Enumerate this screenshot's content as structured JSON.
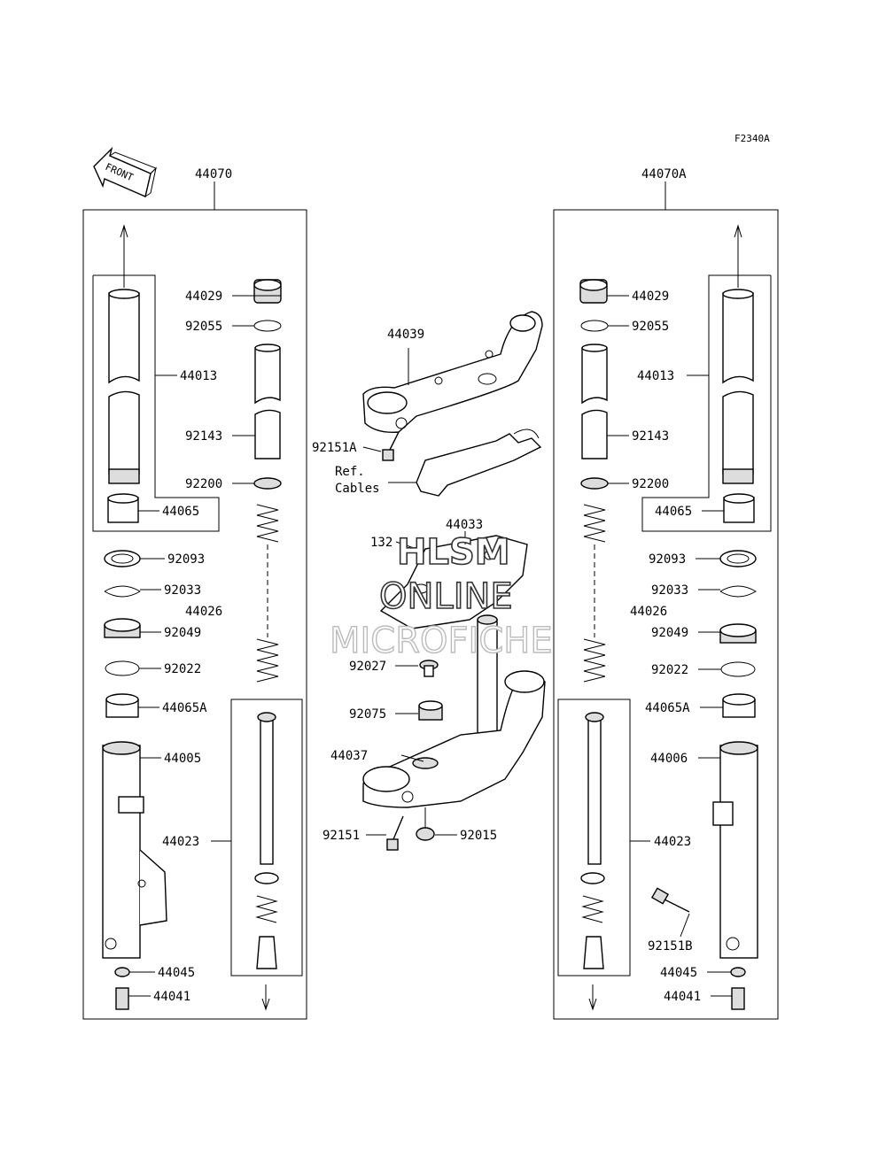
{
  "figure_code": "F2340A",
  "front_label": "FRONT",
  "ref_line1": "Ref.",
  "ref_line2": "Cables",
  "watermark": [
    "HLSM",
    "ONLINE",
    "MICROFICHE"
  ],
  "left_assembly": {
    "part": "44070",
    "parts": [
      "44029",
      "92055",
      "44013",
      "92143",
      "92200",
      "44065",
      "92093",
      "92033",
      "44026",
      "92049",
      "92022",
      "44065A",
      "44005",
      "44023",
      "44045",
      "44041"
    ]
  },
  "right_assembly": {
    "part": "44070A",
    "parts": [
      "44029",
      "92055",
      "44013",
      "92143",
      "92200",
      "44065",
      "92093",
      "92033",
      "44026",
      "92049",
      "92022",
      "44065A",
      "44006",
      "44023",
      "92151B",
      "44045",
      "44041"
    ]
  },
  "center_parts": [
    "44039",
    "92151A",
    "44033",
    "132",
    "92027",
    "92075",
    "44037",
    "92151",
    "92015"
  ]
}
